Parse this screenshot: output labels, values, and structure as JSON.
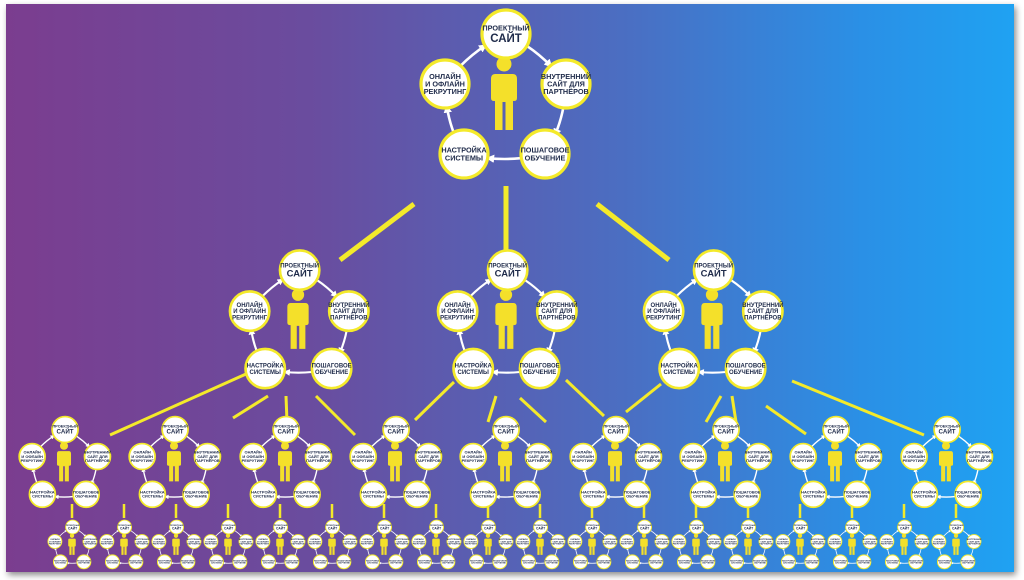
{
  "colors": {
    "line": "#f4ea2a",
    "node_ring": "#f4ea2a",
    "node_fill": "#ffffff",
    "text": "#1f2b4a",
    "person": "#f4e02a",
    "arrow": "#ffffff"
  },
  "icons": {
    "person": "person-icon",
    "cycle_arrow": "arrow-icon"
  },
  "node_labels": {
    "site": [
      "ПРОЕКТНЫЙ",
      "САЙТ"
    ],
    "internal": [
      "ВНУТРЕННИЙ",
      "САЙТ ДЛЯ",
      "ПАРТНЁРОВ"
    ],
    "training": [
      "ПОШАГОВОЕ",
      "ОБУЧЕНИЕ"
    ],
    "setup": [
      "НАСТРОЙКА",
      "СИСТЕМЫ"
    ],
    "recruit": [
      "ОНЛАЙН",
      "И ОФЛАЙН",
      "РЕКРУТИНГ"
    ]
  },
  "tree": {
    "levels": [
      1,
      3,
      9,
      18
    ],
    "branching": [
      3,
      3,
      2
    ]
  }
}
